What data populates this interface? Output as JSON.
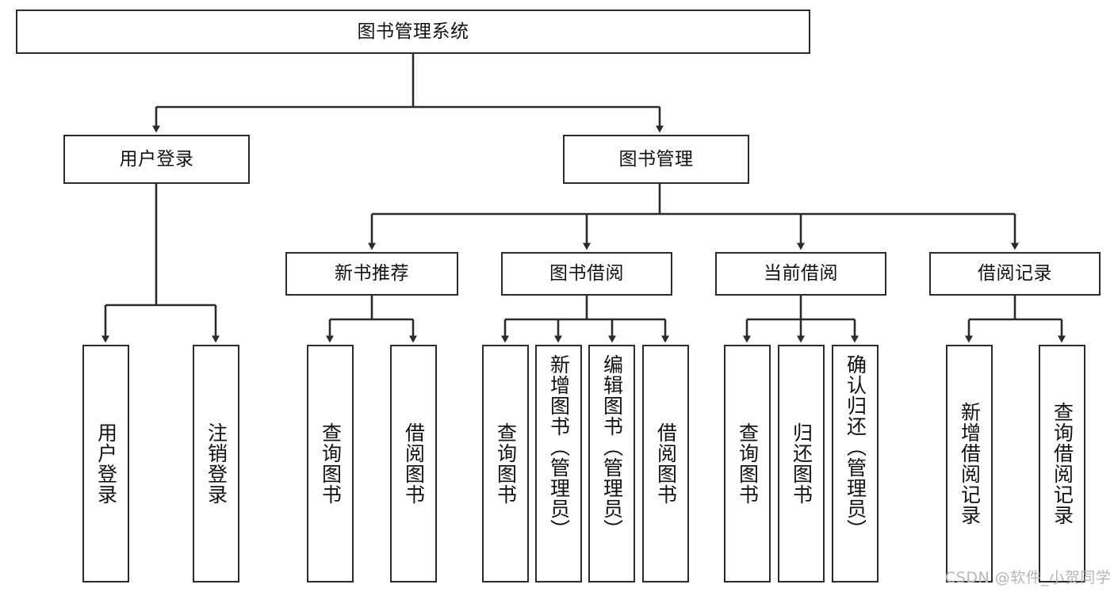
{
  "diagram": {
    "title": "图书管理系统",
    "type": "hierarchy-tree",
    "watermark": "CSDN @软件_小贺同学",
    "colors": {
      "box_border": "#2b2b2b",
      "box_fill": "#ffffff",
      "edge": "#2b2b2b",
      "text": "#111111",
      "watermark": "#b6b6b6"
    },
    "nodes": {
      "root": {
        "label": "图书管理系统"
      },
      "level2": [
        {
          "id": "user-login",
          "label": "用户登录"
        },
        {
          "id": "book-manage",
          "label": "图书管理"
        }
      ],
      "level3": [
        {
          "id": "new-book-rec",
          "label": "新书推荐"
        },
        {
          "id": "book-borrow",
          "label": "图书借阅"
        },
        {
          "id": "current-borrow",
          "label": "当前借阅"
        },
        {
          "id": "borrow-record",
          "label": "借阅记录"
        }
      ],
      "leaves": {
        "user_login": [
          {
            "id": "leaf-user-login",
            "label": "用户登录"
          },
          {
            "id": "leaf-user-logout",
            "label": "注销登录"
          }
        ],
        "new_book_rec": [
          {
            "id": "leaf-query-book-1",
            "label": "查询图书"
          },
          {
            "id": "leaf-borrow-book-1",
            "label": "借阅图书"
          }
        ],
        "book_borrow": [
          {
            "id": "leaf-query-book-2",
            "label": "查询图书"
          },
          {
            "id": "leaf-add-book",
            "label": "新增图书（管理员）"
          },
          {
            "id": "leaf-edit-book",
            "label": "编辑图书（管理员）"
          },
          {
            "id": "leaf-borrow-book-2",
            "label": "借阅图书"
          }
        ],
        "current_borrow": [
          {
            "id": "leaf-query-book-3",
            "label": "查询图书"
          },
          {
            "id": "leaf-return-book",
            "label": "归还图书"
          },
          {
            "id": "leaf-confirm-return",
            "label": "确认归还（管理员）"
          }
        ],
        "borrow_record": [
          {
            "id": "leaf-add-record",
            "label": "新增借阅记录"
          },
          {
            "id": "leaf-query-record",
            "label": "查询借阅记录"
          }
        ]
      }
    }
  }
}
